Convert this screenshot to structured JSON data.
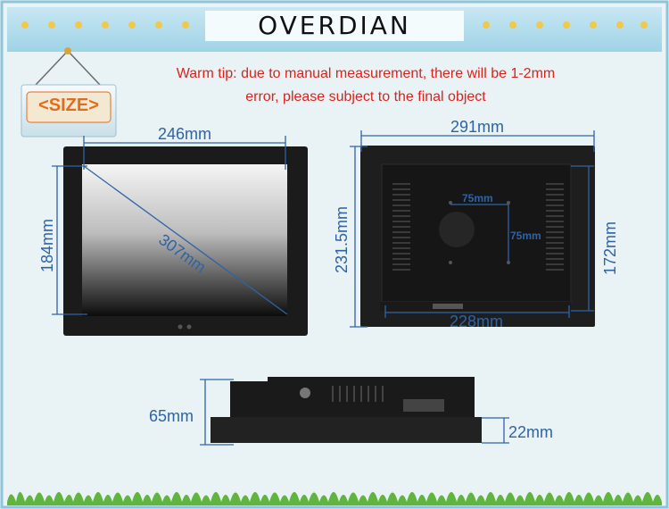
{
  "brand": "OVERDIAN",
  "size_label": "<SIZE>",
  "warm_tip": {
    "line1": "Warm tip: due to manual measurement, there will be 1-2mm",
    "line2": "error, please subject to the final object"
  },
  "front": {
    "width": "246mm",
    "height": "184mm",
    "diagonal": "307mm"
  },
  "back": {
    "width": "291mm",
    "height": "231.5mm",
    "inner_height": "172mm",
    "inner_width": "228mm",
    "vesa_h": "75mm",
    "vesa_v": "75mm"
  },
  "side": {
    "depth": "65mm",
    "thin_depth": "22mm"
  },
  "colors": {
    "dimension": "#2f63a5",
    "tip": "#d9231d",
    "size_text": "#e46b1b",
    "background": "#e9f3f6"
  }
}
